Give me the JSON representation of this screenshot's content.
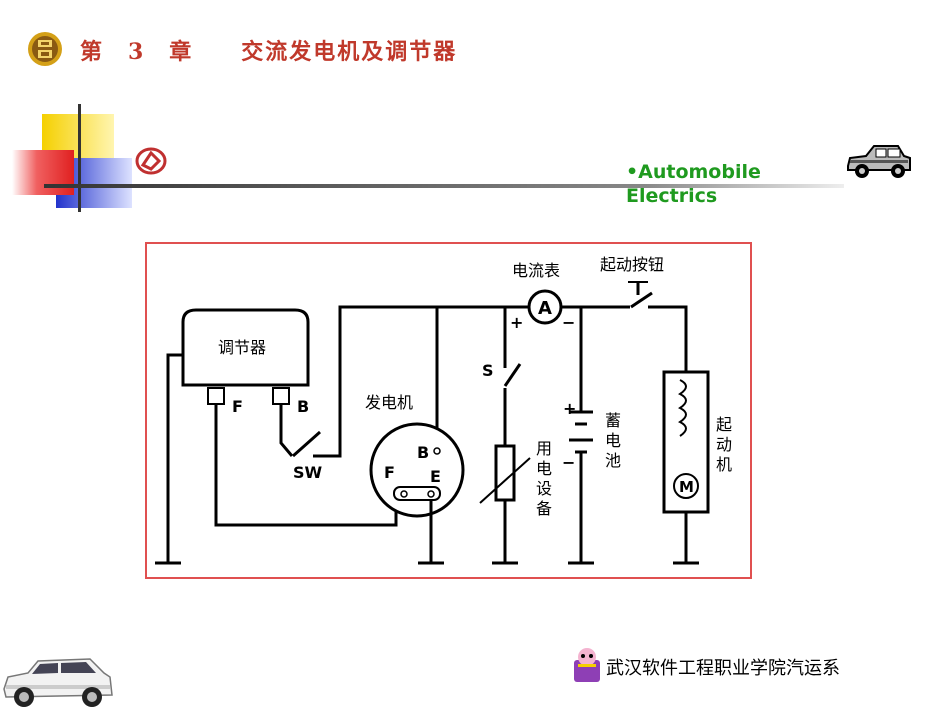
{
  "header": {
    "chapter_title": "第　3　章　　交流发电机及调节器",
    "brand_line1": "•Automobile",
    "brand_line2": "Electrics"
  },
  "diagram": {
    "regulator_label": "调节器",
    "regulator_terminal_f": "F",
    "regulator_terminal_b": "B",
    "switch_sw_label": "SW",
    "generator_label": "发电机",
    "generator_terminal_b": "B",
    "generator_terminal_f": "F",
    "generator_terminal_e": "E",
    "ammeter_label": "电流表",
    "ammeter_symbol": "A",
    "ammeter_plus": "+",
    "ammeter_minus": "−",
    "start_button_label": "起动按钮",
    "switch_s_label": "S",
    "load_label_1": "用",
    "load_label_2": "电",
    "load_label_3": "设",
    "load_label_4": "备",
    "battery_plus": "+",
    "battery_minus": "−",
    "battery_label_1": "蓄",
    "battery_label_2": "电",
    "battery_label_3": "池",
    "starter_label_1": "起",
    "starter_label_2": "动",
    "starter_label_3": "机",
    "motor_symbol": "M"
  },
  "footer": {
    "school": "武汉软件工程职业学院汽运系"
  },
  "colors": {
    "title_red": "#c0392b",
    "brand_green": "#1f9a1f",
    "diagram_border": "#e05050",
    "deco_yellow": "#f5d000",
    "deco_red": "#e83030",
    "deco_blue": "#2233cc"
  }
}
